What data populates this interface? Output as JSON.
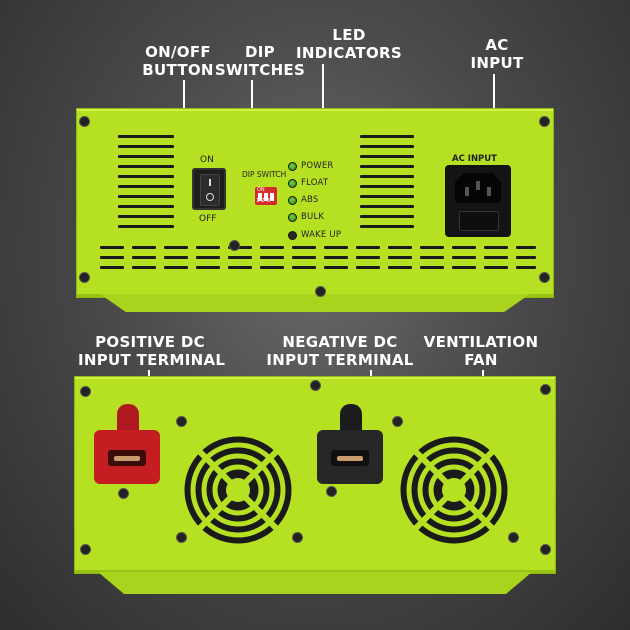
{
  "callouts": {
    "on_off_button": [
      "ON/OFF",
      "BUTTON"
    ],
    "dip_switches": [
      "DIP",
      "SWITCHES"
    ],
    "led_indicators": [
      "LED",
      "INDICATORS"
    ],
    "ac_input": [
      "AC",
      "INPUT"
    ],
    "positive_dc": [
      "POSITIVE DC",
      "INPUT TERMINAL"
    ],
    "negative_dc": [
      "NEGATIVE DC",
      "INPUT TERMINAL"
    ],
    "ventilation_fan": [
      "VENTILATION",
      "FAN"
    ]
  },
  "front_panel": {
    "switch_on": "ON",
    "switch_off": "OFF",
    "dip_label": "DIP SWITCH",
    "dip_on": "ON",
    "dip_numbers": "1 2 3",
    "ac_label": "AC INPUT",
    "leds": [
      {
        "label": "POWER",
        "lit": true
      },
      {
        "label": "FLOAT",
        "lit": true
      },
      {
        "label": "ABS",
        "lit": true
      },
      {
        "label": "BULK",
        "lit": true
      },
      {
        "label": "WAKE UP",
        "lit": false
      }
    ]
  },
  "colors": {
    "body": "#b6e123",
    "positive_terminal": "#c41e22",
    "negative_terminal": "#272727",
    "background": "#4a4a4a"
  }
}
